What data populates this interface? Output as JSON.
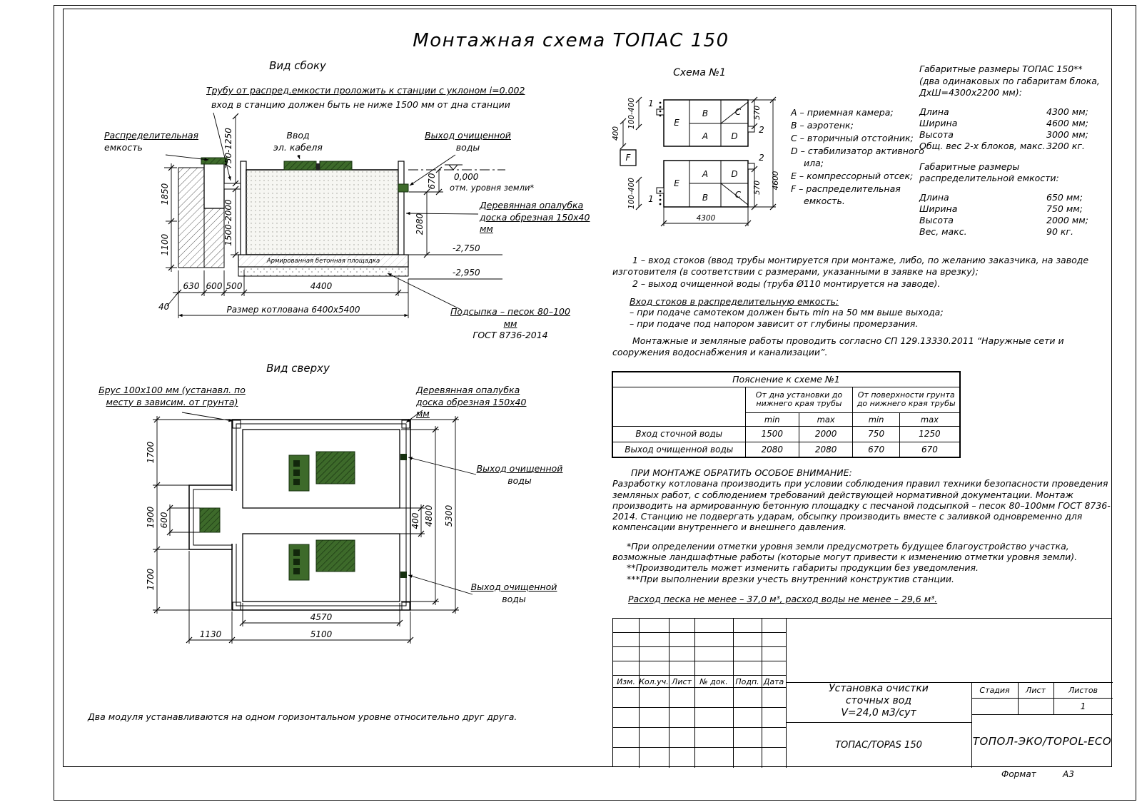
{
  "page": {
    "title": "Монтажная схема ТОПАС 150",
    "format_label": "Формат",
    "format_value": "А3"
  },
  "side_view": {
    "title": "Вид сбоку",
    "note1": "Трубу от распред.емкости проложить к станции с уклоном i=0.002",
    "note2": "вход в станцию должен быть не ниже 1500 мм от дна станции",
    "label_dist_tank_1": "Распределительная",
    "label_dist_tank_2": "емкость",
    "label_cable_1": "Ввод",
    "label_cable_2": "эл. кабеля",
    "label_outlet_1": "Выход очищенной",
    "label_outlet_2": "воды",
    "label_formwork_1": "Деревянная опалубка",
    "label_formwork_2": "доска обрезная 150x40 мм",
    "label_concrete": "Армированная бетонная площадка",
    "label_sand_1": "Подсыпка – песок 80–100 мм",
    "label_sand_2": "ГОСТ 8736-2014",
    "level_zero": "0,000",
    "label_ground": "отм. уровня земли*",
    "level_minus_2750": "-2,750",
    "level_minus_2950": "-2,950",
    "dim_v1": "750-1250",
    "dim_v2": "1850",
    "dim_v3": "1100",
    "dim_v4": "1500-2000",
    "dim_v5": "670",
    "dim_v6": "2080",
    "dim_b0": "40",
    "dim_b1": "630",
    "dim_b2": "600",
    "dim_b3": "500",
    "dim_b4": "4400",
    "dim_total": "Размер котлована 6400x5400"
  },
  "top_view": {
    "title": "Вид сверху",
    "label_beam_1": "Брус 100x100 мм (устанавл. по",
    "label_beam_2": "месту в зависим. от грунта)",
    "label_formwork_1": "Деревянная опалубка",
    "label_formwork_2": "доска обрезная 150x40 мм",
    "label_outlet_1": "Выход очищенной",
    "label_outlet_2": "воды",
    "dim_l1": "1700",
    "dim_l2": "1900",
    "dim_l3": "600",
    "dim_l4": "1700",
    "dim_r1": "4800",
    "dim_r2": "5300",
    "dim_r3": "400",
    "dim_b1": "4570",
    "dim_b2": "5100",
    "dim_b3": "1130",
    "note": "Два модуля устанавливаются на одном горизонтальном уровне относительно друг друга."
  },
  "schema": {
    "title": "Схема №1",
    "cells": {
      "a": "A",
      "b": "B",
      "c": "C",
      "d": "D",
      "e": "E",
      "f": "F"
    },
    "marker1": "1",
    "marker2": "2",
    "dim_570_top": "570",
    "dim_400": "400",
    "dim_100_400": "100-400",
    "dim_4600": "4600",
    "dim_4300": "4300",
    "dim_570_bottom": "570",
    "legend": [
      "А – приемная камера;",
      "В – аэротенк;",
      "С – вторичный отстойник;",
      "D – стабилизатор активного ила;",
      "Е – компрессорный отсек;",
      "F – распределительная емкость."
    ]
  },
  "overall_dims": {
    "title": "Габаритные размеры ТОПАС 150**",
    "subtitle_1": "(два одинаковых по габаритам блока,",
    "subtitle_2": "ДхШ=4300х2200 мм):",
    "rows": [
      {
        "label": "Длина",
        "value": "4300 мм;"
      },
      {
        "label": "Ширина",
        "value": "4600 мм;"
      },
      {
        "label": "Высота",
        "value": "3000 мм;"
      },
      {
        "label": "Общ. вес 2-х блоков, макс.",
        "value": "3200 кг."
      }
    ],
    "title2_1": "Габаритные размеры",
    "title2_2": "распределительной емкости:",
    "rows2": [
      {
        "label": "Длина",
        "value": "650 мм;"
      },
      {
        "label": "Ширина",
        "value": "750 мм;"
      },
      {
        "label": "Высота",
        "value": "2000 мм;"
      },
      {
        "label": "Вес, макс.",
        "value": "90 кг."
      }
    ]
  },
  "notes": {
    "item1": "1 – вход  стоков (ввод трубы монтируется при монтаже, либо, по желанию заказчика, на заводе изготовителя (в соответствии с размерами, указанными в заявке на врезку);",
    "item2": "2 – выход очищенной воды (труба Ø110 монтируется на заводе).",
    "inlet_heading": "Вход стоков в распределительную емкость:",
    "inlet_1": "– при подаче самотеком должен быть min на 50 мм выше выхода;",
    "inlet_2": "– при подаче под напором зависит от глубины промерзания.",
    "sp_note": "Монтажные и земляные работы проводить согласно СП 129.13330.2011 “Наружные сети и сооружения водоснабжения и канализации”."
  },
  "table": {
    "title": "Пояснение к схеме №1",
    "col1": "От дна установки до нижнего края трубы",
    "col2": "От поверхности грунта до нижнего края трубы",
    "min": "min",
    "max": "max",
    "rows": [
      {
        "label": "Вход сточной воды",
        "v1": "1500",
        "v2": "2000",
        "v3": "750",
        "v4": "1250"
      },
      {
        "label": "Выход очищенной воды",
        "v1": "2080",
        "v2": "2080",
        "v3": "670",
        "v4": "670"
      }
    ]
  },
  "attention": {
    "heading": "ПРИ МОНТАЖЕ ОБРАТИТЬ ОСОБОЕ ВНИМАНИЕ:",
    "para1": "Разработку котлована производить при условии соблюдения правил техники безопасности проведения земляных работ, с соблюдением требований действующей нормативной документации.  Монтаж производить на армированную бетонную площадку с песчаной подсыпкой – песок 80–100мм ГОСТ 8736-2014. Станцию не подвергать ударам, обсыпку производить вместе с заливкой одновременно для компенсации внутреннего и внешнего давления.",
    "star1": "*При определении отметки уровня земли предусмотреть будущее благоустройство участка, возможные ландшафтные работы (которые могут привести к изменению отметки уровня земли).",
    "star2": "**Производитель может изменить габариты продукции без уведомления.",
    "star3": "***При выполнении врезки учесть внутренний конструктив станции.",
    "consumption": "Расход песка не менее – 37,0 м³, расход воды не менее – 29,6 м³."
  },
  "title_block": {
    "col_headers": [
      "Изм.",
      "Кол.уч.",
      "Лист",
      "№ док.",
      "Подп.",
      "Дата"
    ],
    "doc_name_1": "Установка очистки",
    "doc_name_2": "сточных вод",
    "doc_name_3": "V=24,0 м3/сут",
    "stage_label": "Стадия",
    "sheet_label": "Лист",
    "sheets_label": "Листов",
    "sheets_value": "1",
    "product": "ТОПАС/TOPAS 150",
    "company": "ТОПОЛ-ЭКО/TOPOL-ECO"
  }
}
